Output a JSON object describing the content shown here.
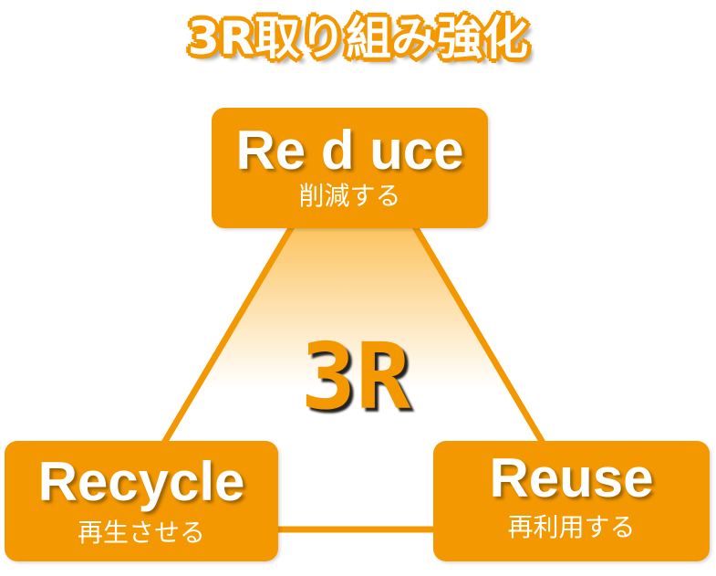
{
  "title": "3R取り組み強化",
  "center_label": "3R",
  "items": [
    {
      "en": "Re d uce",
      "jp": "削減する"
    },
    {
      "en": "Recycle",
      "jp": "再生させる"
    },
    {
      "en": "Reuse",
      "jp": "再利用する"
    }
  ],
  "colors": {
    "accent": "#f39800",
    "gradient_top": "#fbc25c",
    "gradient_bottom": "#ffffff"
  }
}
